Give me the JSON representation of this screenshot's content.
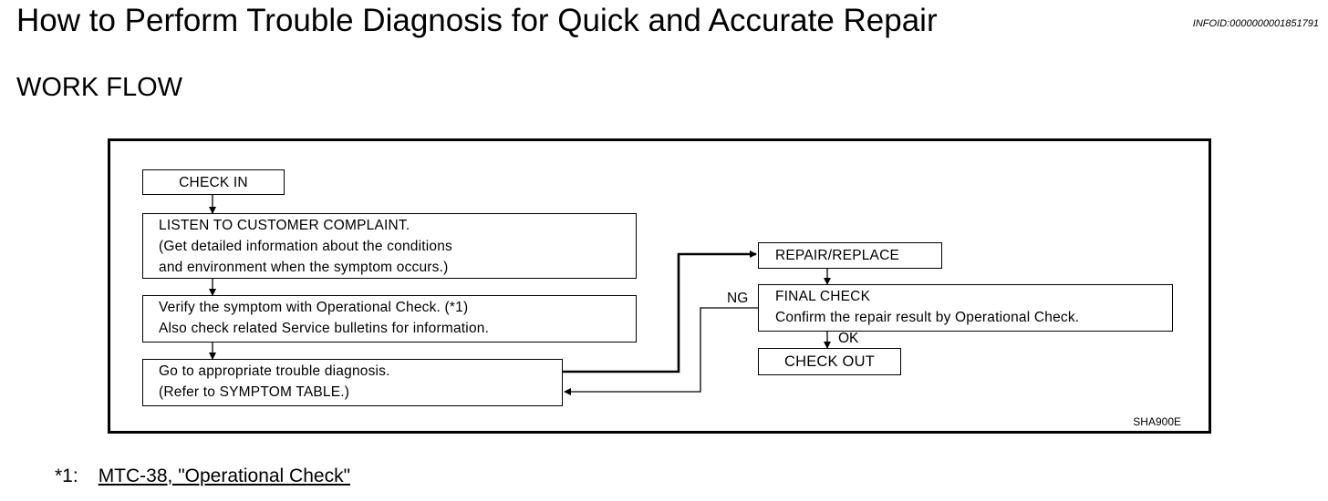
{
  "header": {
    "title": "How to Perform Trouble Diagnosis for Quick and Accurate Repair",
    "info_id": "INFOID:0000000001851791"
  },
  "section": {
    "title": "WORK FLOW"
  },
  "flowchart": {
    "check_in": "CHECK IN",
    "listen": {
      "line1": "LISTEN TO CUSTOMER COMPLAINT.",
      "line2": "(Get detailed information about the conditions",
      "line3": "and environment when the symptom occurs.)"
    },
    "verify": {
      "line1": "Verify the symptom with Operational Check. (*1)",
      "line2": "Also check related Service bulletins for information."
    },
    "diagnosis": {
      "line1": "Go to appropriate trouble diagnosis.",
      "line2": "(Refer to SYMPTOM TABLE.)"
    },
    "repair": "REPAIR/REPLACE",
    "final_check": {
      "line1": "FINAL CHECK",
      "line2": "Confirm the repair result by Operational Check."
    },
    "ng_label": "NG",
    "ok_label": "OK",
    "check_out": "CHECK OUT",
    "figure_id": "SHA900E"
  },
  "footnote": {
    "marker": "*1:",
    "link_text": "MTC-38, \"Operational Check\""
  }
}
